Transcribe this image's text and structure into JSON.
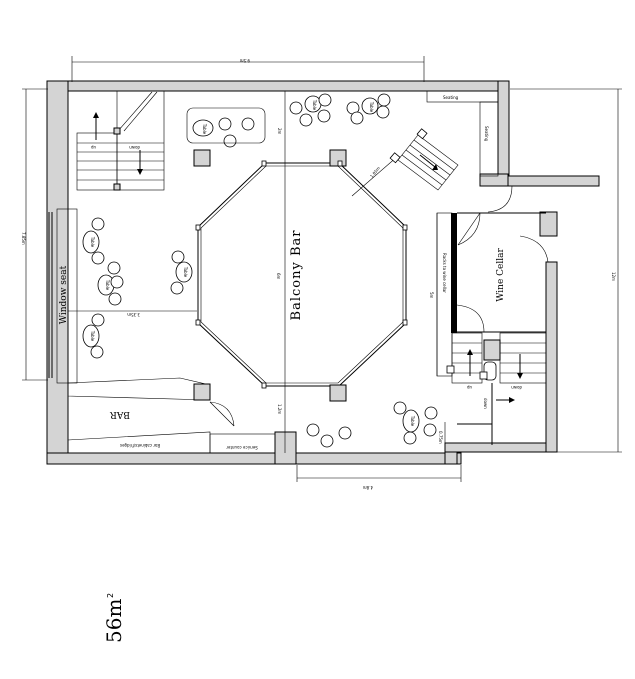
{
  "plan": {
    "labels": {
      "balcony_bar": "Balcony Bar",
      "bar": "BAR",
      "window_seat": "Window seat",
      "wine_cellar": "Wine Cellar",
      "seating": "Seating",
      "bar_cabinets": "Bar cabinets/fridges",
      "service_counter": "Service counter",
      "stairs_up": "up",
      "stairs_down": "down",
      "table": "Table",
      "wine_rack": "Racks to wine cellar"
    },
    "dimensions": {
      "top_width": "9.5m",
      "bottom_width": "4.8m",
      "left_height": "7.85m",
      "right_height": "12m",
      "inner_v": "6m",
      "inner_h": "3.35m",
      "diag": "1.85m",
      "gap_top": "2m",
      "gap_bottom": "1.2m",
      "right_gap": "5m",
      "step_gap": "0.75m"
    },
    "area": "56m",
    "area_sup": "2"
  }
}
